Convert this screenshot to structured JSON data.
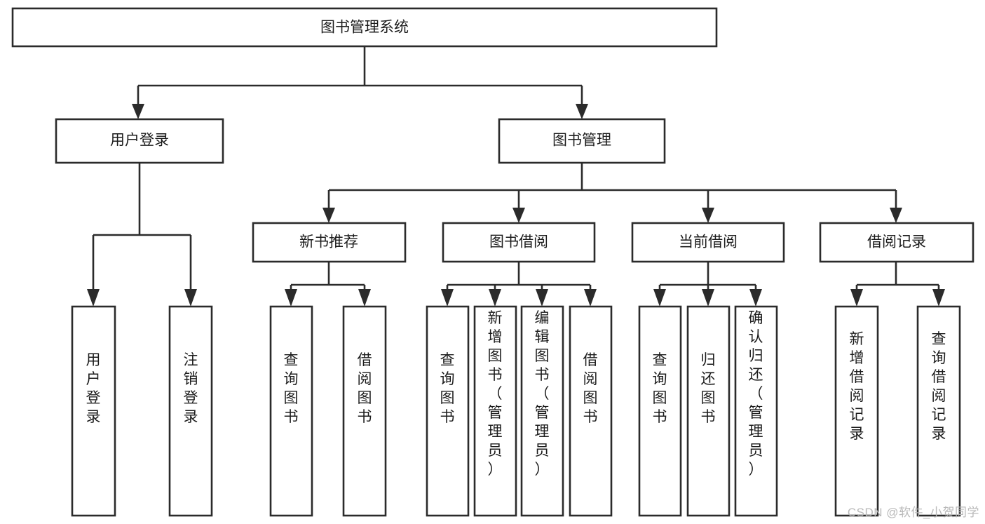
{
  "diagram": {
    "type": "tree",
    "title": "图书管理系统",
    "watermark": "CSDN @软件_小贺同学",
    "colors": {
      "box_stroke": "#2b2b2b",
      "box_fill": "#ffffff",
      "text": "#1c1c1c",
      "connector": "#2b2b2b",
      "background": "#ffffff",
      "watermark": "#b9b9b9"
    },
    "levels": {
      "root": {
        "label": "图书管理系统"
      },
      "level2": [
        {
          "id": "user-login",
          "label": "用户登录"
        },
        {
          "id": "book-manage",
          "label": "图书管理"
        }
      ],
      "level3": [
        {
          "id": "new-book-rec",
          "label": "新书推荐",
          "parent": "book-manage"
        },
        {
          "id": "book-borrow",
          "label": "图书借阅",
          "parent": "book-manage"
        },
        {
          "id": "current-borrow",
          "label": "当前借阅",
          "parent": "book-manage"
        },
        {
          "id": "borrow-record",
          "label": "借阅记录",
          "parent": "book-manage"
        }
      ],
      "leaves": [
        {
          "id": "leaf-user-login",
          "label": "用户登录",
          "parent": "user-login"
        },
        {
          "id": "leaf-logout-login",
          "label": "注销登录",
          "parent": "user-login"
        },
        {
          "id": "leaf-query-book-1",
          "label": "查询图书",
          "parent": "new-book-rec"
        },
        {
          "id": "leaf-borrow-book-1",
          "label": "借阅图书",
          "parent": "new-book-rec"
        },
        {
          "id": "leaf-query-book-2",
          "label": "查询图书",
          "parent": "book-borrow"
        },
        {
          "id": "leaf-add-book",
          "label": "新增图书（管理员）",
          "parent": "book-borrow"
        },
        {
          "id": "leaf-edit-book",
          "label": "编辑图书（管理员）",
          "parent": "book-borrow"
        },
        {
          "id": "leaf-borrow-book-2",
          "label": "借阅图书",
          "parent": "book-borrow"
        },
        {
          "id": "leaf-query-book-3",
          "label": "查询图书",
          "parent": "current-borrow"
        },
        {
          "id": "leaf-return-book",
          "label": "归还图书",
          "parent": "current-borrow"
        },
        {
          "id": "leaf-confirm-return",
          "label": "确认归还（管理员）",
          "parent": "current-borrow"
        },
        {
          "id": "leaf-add-record",
          "label": "新增借阅记录",
          "parent": "borrow-record"
        },
        {
          "id": "leaf-query-record",
          "label": "查询借阅记录",
          "parent": "borrow-record"
        }
      ]
    }
  }
}
